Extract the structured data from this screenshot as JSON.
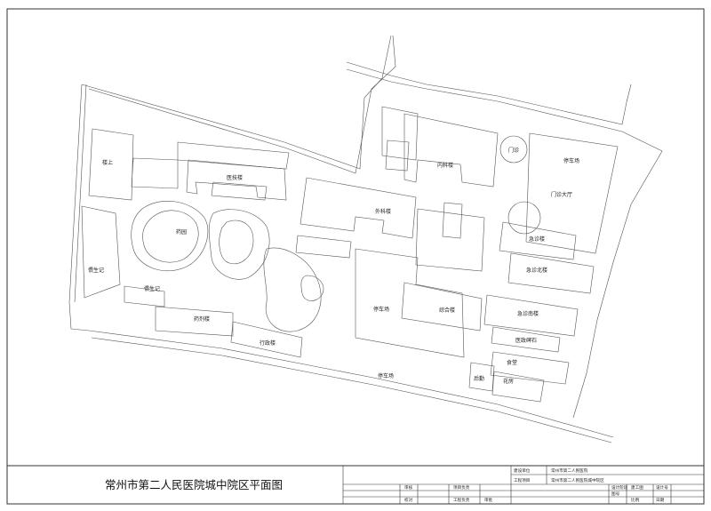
{
  "title": "常州市第二人民医院城中院区平面图",
  "buildings": {
    "lou_shang": "楼上",
    "yi_ji_lou": "医技楼",
    "nei_ke_lou": "内科楼",
    "wai_ke_lou": "外科楼",
    "garden": "药园",
    "yang_sheng_ji": "偎生记",
    "wei_sheng_ji": "偎生记",
    "yao_ji_lou": "药剂楼",
    "xing_zheng_lou": "行政楼",
    "parking_center": "停车场",
    "parking_south": "停车场",
    "parking_ne": "停车场",
    "zong_he_lou": "综合楼",
    "men_zhen": "门诊",
    "ji_zhen_lou": "急诊楼",
    "ji_zhen_bei": "急诊北楼",
    "ji_zhen_nan": "急诊南楼",
    "yi_wu_bei": "医政碑石",
    "shi_tang": "食堂",
    "hou_qin": "后勤",
    "hua_fang": "花房",
    "kucun": "门诊大厅"
  },
  "title_block": {
    "jianshe_label": "建设单位",
    "jianshe_value": "常州市第二人民医院",
    "gongcheng_label": "工程项目",
    "gongcheng_value": "常州市第二人民医院城中院区",
    "shenhe": "审核",
    "jiaodui": "校对",
    "shenpi": "审批",
    "xiangmu": "项目负责",
    "gongchengfuze": "工程负责",
    "sheji_jieduan": "设计阶段",
    "jianzhu_gong": "建工图",
    "sheji_hao": "设计号",
    "tuhao": "图号",
    "bili": "比例",
    "riqi": "日期"
  }
}
